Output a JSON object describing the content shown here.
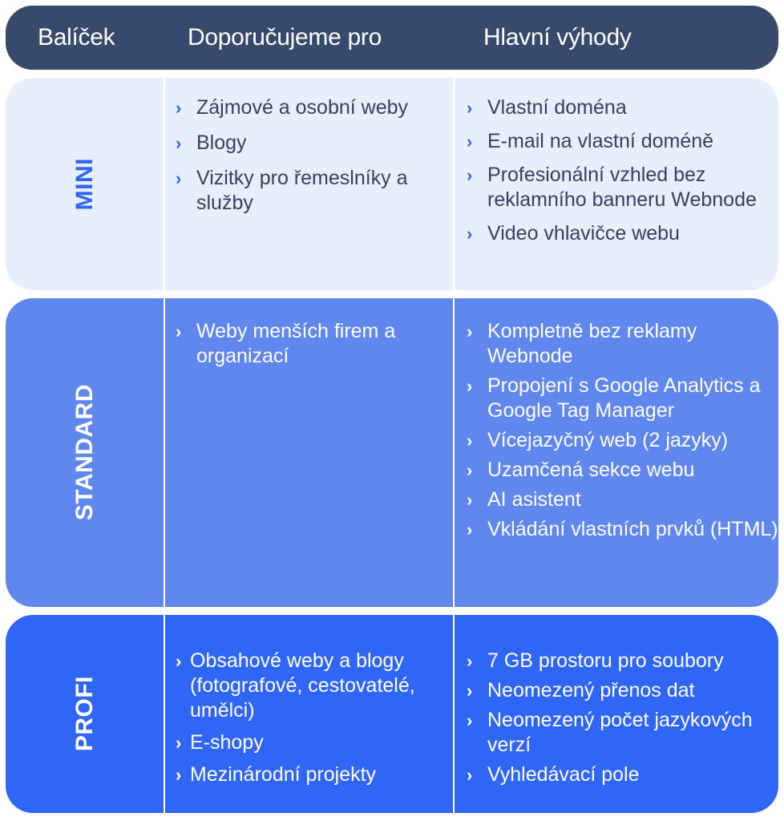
{
  "header": {
    "col1": "Balíček",
    "col2": "Doporučujeme pro",
    "col3": "Hlavní výhody"
  },
  "colors": {
    "header_bg": "#384a6b",
    "mini_bg": "#e8effc",
    "mini_accent": "#2f66f4",
    "standard_bg": "#5f87ee",
    "profi_bg": "#2f66f5"
  },
  "bullet_icon": "chevron-right-icon",
  "plans": [
    {
      "name": "MINI",
      "recommended_for": [
        "Zájmové a osobní weby",
        "Blogy",
        "Vizitky pro řemeslníky a služby"
      ],
      "benefits": [
        "Vlastní doména",
        "E-mail na vlastní doméně",
        "Profesionální vzhled bez reklamního banneru Webnode",
        "Video vhlavičce webu"
      ]
    },
    {
      "name": "STANDARD",
      "recommended_for": [
        "Weby menších firem a organizací"
      ],
      "benefits": [
        "Kompletně bez reklamy Webnode",
        "Propojení s Google Analytics a Google Tag Manager",
        "Vícejazyčný web (2 jazyky)",
        "Uzamčená sekce webu",
        "AI asistent",
        "Vkládání vlastních prvků (HTML)"
      ]
    },
    {
      "name": "PROFI",
      "recommended_for": [
        "Obsahové weby a blogy (fotografové, cestovatelé, umělci)",
        "E-shopy",
        "Mezinárodní projekty"
      ],
      "benefits": [
        "7 GB prostoru pro soubory",
        "Neomezený přenos dat",
        "Neomezený počet jazykových verzí",
        "Vyhledávací pole"
      ]
    }
  ]
}
